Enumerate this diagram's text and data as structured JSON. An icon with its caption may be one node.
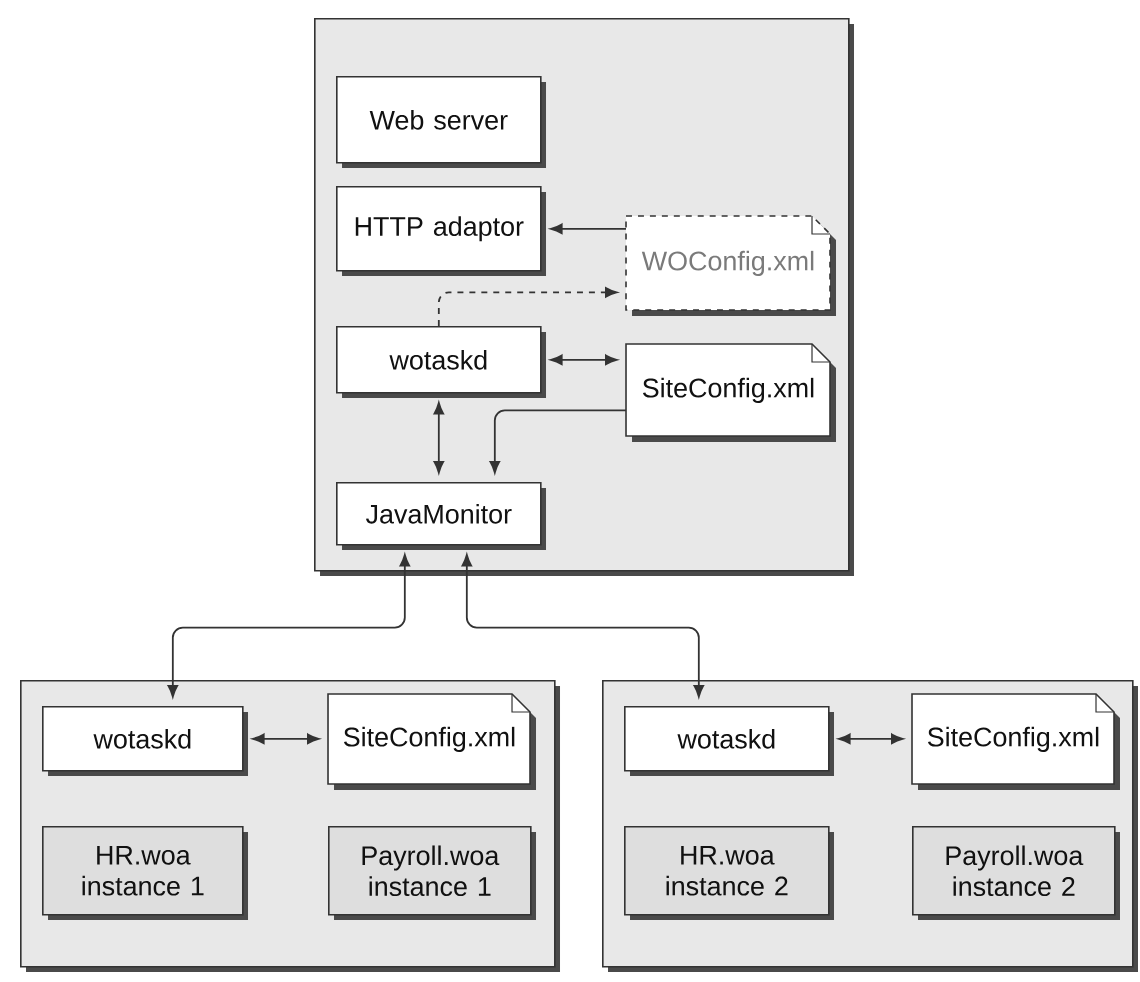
{
  "diagram": {
    "nodes": [
      {
        "text": [],
        "shape": "box"
      },
      {
        "text": [
          "Web server"
        ],
        "in": 0
      },
      {
        "text": [
          "HTTP adaptor"
        ],
        "in": 0
      },
      {
        "text": [
          "WOConfig.xml"
        ],
        "in": 0
      },
      {
        "text": [
          "wotaskd"
        ],
        "in": 0
      },
      {
        "text": [
          "SiteConfig.xml"
        ],
        "in": 0
      },
      {
        "text": [
          "JavaMonitor"
        ],
        "in": 0
      },
      {
        "text": [],
        "shape": "box"
      },
      {
        "text": [
          "wotaskd"
        ],
        "in": 7
      },
      {
        "text": [
          "SiteConfig.xml"
        ],
        "in": 7
      },
      {
        "text": [
          "HR.woa instance 1"
        ],
        "in": 7
      },
      {
        "text": [
          "Payroll.woa instance 1"
        ],
        "in": 7
      },
      {
        "text": [],
        "shape": "box"
      },
      {
        "text": [
          "wotaskd"
        ],
        "in": 12
      },
      {
        "text": [
          "SiteConfig.xml"
        ],
        "in": 12
      },
      {
        "text": [
          "HR.woa instance 2"
        ],
        "in": 12
      },
      {
        "text": [
          "Payroll.woa instance 2"
        ],
        "in": 12
      }
    ],
    "edges": [
      {
        "from": 3,
        "to": 2,
        "arrow": "to"
      },
      {
        "from": 4,
        "to": 3,
        "arrow": "to",
        "style": "dashed"
      },
      {
        "from": 4,
        "to": 5,
        "arrow": "both"
      },
      {
        "from": 4,
        "to": 6,
        "arrow": "both"
      },
      {
        "from": 5,
        "to": 6,
        "arrow": "to"
      },
      {
        "from": 6,
        "to": 8,
        "arrow": "both"
      },
      {
        "from": 6,
        "to": 13,
        "arrow": "both"
      },
      {
        "from": 8,
        "to": 9,
        "arrow": "both"
      },
      {
        "from": 13,
        "to": 14,
        "arrow": "both"
      }
    ]
  }
}
